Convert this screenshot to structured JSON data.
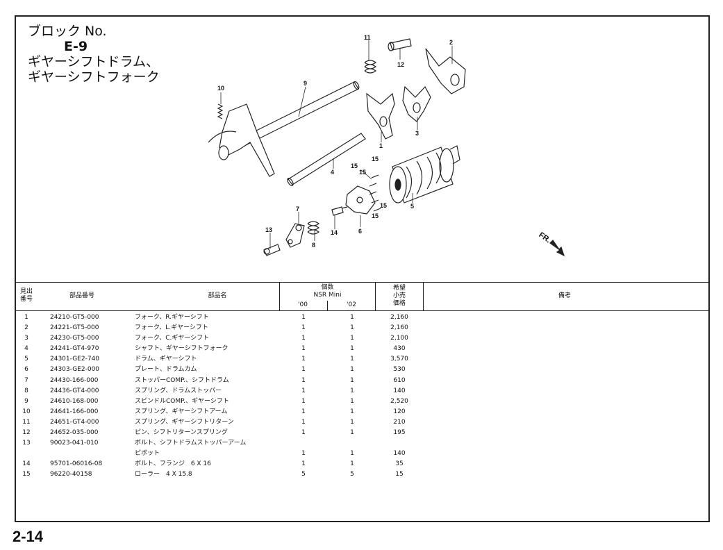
{
  "header": {
    "block_label": "ブロック No.",
    "block_code": "E-9",
    "title_line1": "ギヤーシフトドラム、",
    "title_line2": "ギヤーシフトフォーク"
  },
  "diagram": {
    "fr_label": "FR.",
    "callouts": [
      "1",
      "2",
      "3",
      "4",
      "5",
      "6",
      "7",
      "8",
      "9",
      "10",
      "11",
      "12",
      "13",
      "14",
      "15",
      "15",
      "15",
      "15",
      "15"
    ]
  },
  "table": {
    "headers": {
      "ref": "見出\n番号",
      "part_number": "部品番号",
      "part_name": "部品名",
      "qty": "個数",
      "model": "NSR Mini",
      "year_00": "'00",
      "year_02": "'02",
      "price": "希望\n小売\n価格",
      "remarks": "備考"
    },
    "rows": [
      {
        "ref": "1",
        "pn": "24210-GT5-000",
        "name": "フォーク、R.ギヤーシフト",
        "q00": "1",
        "q02": "1",
        "price": "2,160"
      },
      {
        "ref": "2",
        "pn": "24221-GT5-000",
        "name": "フォーク、L.ギヤーシフト",
        "q00": "1",
        "q02": "1",
        "price": "2,160"
      },
      {
        "ref": "3",
        "pn": "24230-GT5-000",
        "name": "フォーク、C.ギヤーシフト",
        "q00": "1",
        "q02": "1",
        "price": "2,100"
      },
      {
        "ref": "4",
        "pn": "24241-GT4-970",
        "name": "シャフト、ギヤーシフトフォーク",
        "q00": "1",
        "q02": "1",
        "price": "430"
      },
      {
        "ref": "5",
        "pn": "24301-GE2-740",
        "name": "ドラム、ギヤーシフト",
        "q00": "1",
        "q02": "1",
        "price": "3,570"
      },
      {
        "ref": "6",
        "pn": "24303-GE2-000",
        "name": "プレート、ドラムカム",
        "q00": "1",
        "q02": "1",
        "price": "530"
      },
      {
        "ref": "7",
        "pn": "24430-166-000",
        "name": "ストッパーCOMP.、シフトドラム",
        "q00": "1",
        "q02": "1",
        "price": "610"
      },
      {
        "ref": "8",
        "pn": "24436-GT4-000",
        "name": "スプリング、ドラムストッパー",
        "q00": "1",
        "q02": "1",
        "price": "140"
      },
      {
        "ref": "9",
        "pn": "24610-168-000",
        "name": "スピンドルCOMP.、ギヤーシフト",
        "q00": "1",
        "q02": "1",
        "price": "2,520"
      },
      {
        "ref": "10",
        "pn": "24641-166-000",
        "name": "スプリング、ギヤーシフトアーム",
        "q00": "1",
        "q02": "1",
        "price": "120"
      },
      {
        "ref": "11",
        "pn": "24651-GT4-000",
        "name": "スプリング、ギヤーシフトリターン",
        "q00": "1",
        "q02": "1",
        "price": "210"
      },
      {
        "ref": "12",
        "pn": "24652-035-000",
        "name": "ピン、シフトリターンスプリング",
        "q00": "1",
        "q02": "1",
        "price": "195"
      },
      {
        "ref": "13",
        "pn": "90023-041-010",
        "name": "ボルト、シフトドラムストッパーアーム",
        "q00": "",
        "q02": "",
        "price": ""
      },
      {
        "ref": "",
        "pn": "",
        "name": "ピボット",
        "q00": "1",
        "q02": "1",
        "price": "140"
      },
      {
        "ref": "14",
        "pn": "95701-06016-08",
        "name": "ボルト、フランジ　6 X 16",
        "q00": "1",
        "q02": "1",
        "price": "35"
      },
      {
        "ref": "15",
        "pn": "96220-40158",
        "name": "ローラー　4 X 15.8",
        "q00": "5",
        "q02": "5",
        "price": "15"
      }
    ]
  },
  "footer": {
    "page_number": "2-14"
  }
}
